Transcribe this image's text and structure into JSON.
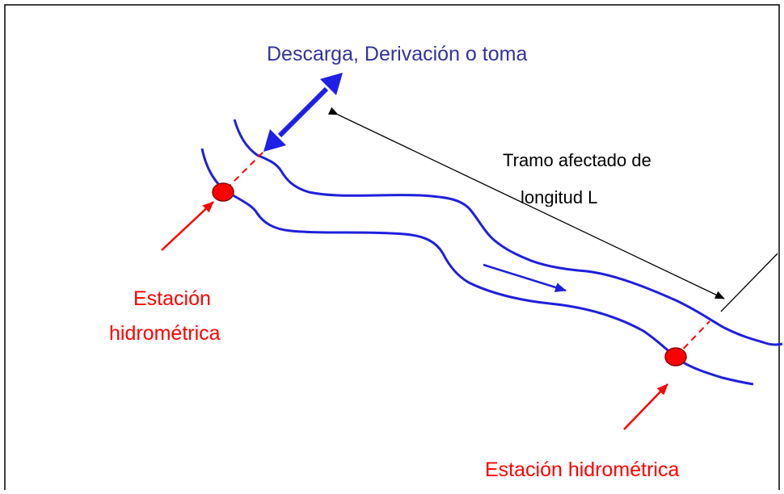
{
  "labels": {
    "discharge": "Descarga, Derivación o toma",
    "reach_line1": "Tramo afectado de",
    "reach_line2": "longitud L",
    "station_left_line1": "Estación",
    "station_left_line2": "hidrométrica",
    "station_right": "Estación hidrométrica"
  },
  "colors": {
    "frame": "#000000",
    "river_bank": "#1f1fdc",
    "discharge_arrow": "#1f1fe8",
    "discharge_text": "#33339a",
    "station": "#ff0000",
    "station_outline": "#8b0000",
    "measure_line": "#000000",
    "flow_arrow": "#1f1fdc"
  },
  "icons": {
    "station_marker": "red-dot",
    "flow_direction": "arrow-right",
    "discharge": "double-arrow"
  }
}
